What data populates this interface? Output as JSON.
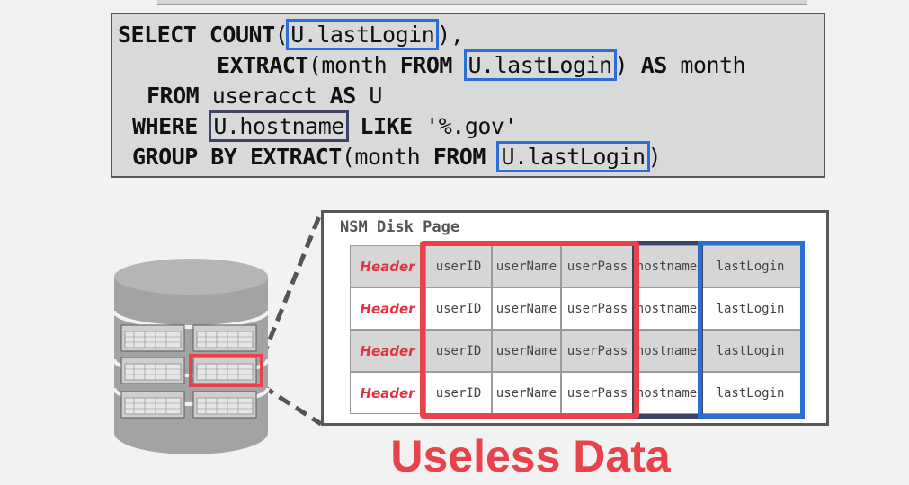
{
  "sql": {
    "line1": {
      "kw1": "SELECT",
      "kw2": "COUNT",
      "open": "(",
      "col": "U.lastLogin",
      "close": "),"
    },
    "line2": {
      "kw1": "EXTRACT",
      "mid1": "(month ",
      "kw2": "FROM",
      "col": "U.lastLogin",
      "mid2": ") ",
      "kw3": "AS",
      "tail": " month"
    },
    "line3": {
      "kw1": "FROM",
      "tail": " useracct ",
      "kw2": "AS",
      "tail2": " U"
    },
    "line4": {
      "kw1": "WHERE",
      "col": "U.hostname",
      "kw2": "LIKE",
      "tail": " '%.gov'"
    },
    "line5": {
      "kw1": "GROUP BY",
      "kw2": "EXTRACT",
      "mid1": "(month ",
      "kw3": "FROM",
      "col": "U.lastLogin",
      "close": ")"
    }
  },
  "page": {
    "title": "NSM Disk Page",
    "columns": [
      "Header",
      "userID",
      "userName",
      "userPass",
      "hostname",
      "lastLogin"
    ],
    "rows": 4
  },
  "caption": "Useless Data",
  "colors": {
    "useless_red": "#e8424c",
    "used_blue": "#2a6fd6",
    "filter_dark": "#3e4466"
  }
}
